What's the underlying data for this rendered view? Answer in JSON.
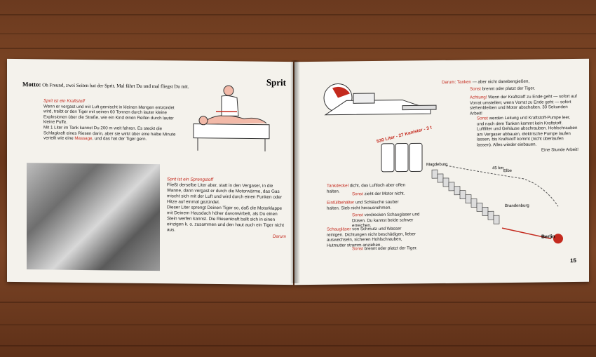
{
  "left_page": {
    "motto_label": "Motto:",
    "motto_text": "Oh Freund, zwei Seiten hat der Sprit. Mal fährt Du und mal fliegst Du mit.",
    "illustration_title": "Sprit",
    "section1_heading": "Sprit ist ein Kraftstoff",
    "section1_p1": "Wenn er vergast und mit Luft gemischt in kleinen Mengen entzündet wird, treibt er den Tiger mit seinen 60 Tonnen durch lauter kleine Explosionen über die Straße, wie ein Kind einen Reifen durch lauter kleine Puffe.",
    "section1_p2a": "Mit 1 Liter im Tank kannst Du 200 m weit fahren. Es steckt die Schlagkraft eines Riesen darin, aber sie wirkt über eine halbe Minute verteilt wie eine",
    "section1_p2_red": "Massage",
    "section1_p2b": ", und das hat der Tiger gern.",
    "section2_heading": "Sprit ist ein Sprengstoff",
    "section2_p1": "Fließt derselbe Liter aber, statt in den Vergaser, in die Wanne, dann vergast er durch die Motorwärme, das Gas mischt sich mit der Luft und wird durch einen Funken oder Hitze auf einmal gezündet.",
    "section2_p2": "Dieser Liter sprengt Deinen Tiger so, daß die Motorklappe mit Deinem Hausdach höher davonwirbelt, als Du einen Stein werfen kannst. Die Riesenkraft ballt sich in einen einzigen k. o. zusammen und den haut auch ein Tiger nicht aus.",
    "darum": "Darum"
  },
  "right_page": {
    "top_note_red": "Darum:",
    "top_note_red2": "Tanken",
    "top_note": "— aber nicht danebengießen,",
    "sonst1_red": "Sonst",
    "sonst1": "brennt oder platzt der Tiger.",
    "achtung_red": "Achtung!",
    "achtung": "Wenn der Kraftstoff zu Ende geht — sofort auf Vorrat umstellen; wenn Vorrat zu Ende geht — sofort stehenbleiben und Motor abschalten. 30 Sekunden Arbeit!",
    "sonst2_red": "Sonst",
    "sonst2": "werden Leitung und Kraftstoff-Pumpe leer, und nach dem Tanken kommt kein Kraftstoff. Luftfilter und Gehäuse abschrauben. Hohlschrauben am Vergaser abbauen, elektrische Pumpe laufen lassen, bis Kraftstoff kommt (nicht überlaufen lassen). Alles wieder einbauen.",
    "eine_stunde": "Eine Stunde Arbeit!",
    "barrel_label": "530 Liter - 27 Kanister - 3 t",
    "tankdeckel_red": "Tankdeckel",
    "tankdeckel": "dicht, das Luftloch aber offen halten.",
    "sonst3_red": "Sonst",
    "sonst3": "zieht der Motor nicht.",
    "einfuell_red": "Einfüllbehälter",
    "einfuell": "und Schläuche sauber halten. Sieb nicht herausnehmen.",
    "sonst4_red": "Sonst",
    "sonst4": "verdrecken Schauglaser und Düsen. Du kannst beide schwer erreichen.",
    "schau_red": "Schaugläser",
    "schau": "von Schmutz und Wasser reinigen. Dichtungen nicht beschädigen, lieber auswechseln, sicheren Hohlschrauben, Hutmutter stramm anziehen.",
    "sonst5_red": "Sonst",
    "sonst5": "brennt oder platzt der Tiger.",
    "map_magdeburg": "Magdeburg",
    "map_elbe": "Elbe",
    "map_km": "45 km",
    "map_brandenburg": "Brandenburg",
    "map_berlin": "Berlin",
    "page_number": "15"
  }
}
